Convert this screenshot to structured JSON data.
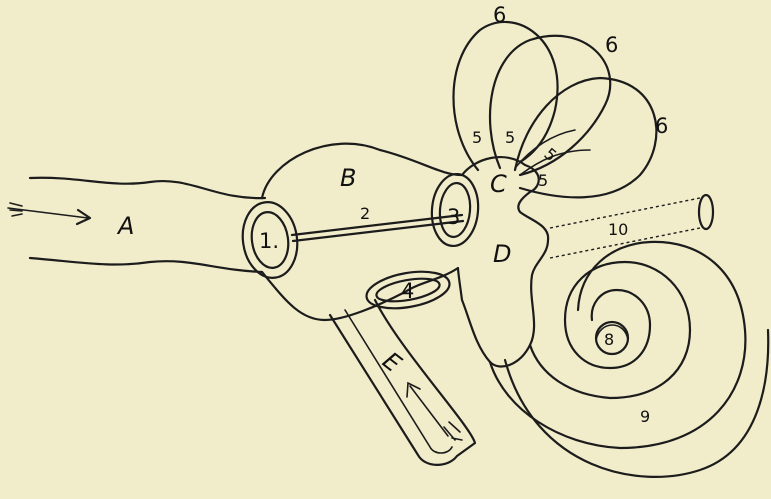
{
  "labels": {
    "A": "A",
    "B": "B",
    "C": "C",
    "D": "D",
    "E": "E",
    "n1": "1.",
    "n2": "2",
    "n3": "3",
    "n4": "4",
    "n5a": "5",
    "n5b": "5",
    "n5c": "5",
    "n5d": "5",
    "n6a": "6",
    "n6b": "6",
    "n6c": "6",
    "n8": "8",
    "n9": "9",
    "n10": "10"
  },
  "colors": {
    "paper": "#f1ecca",
    "ink": "#1c1c1c"
  }
}
